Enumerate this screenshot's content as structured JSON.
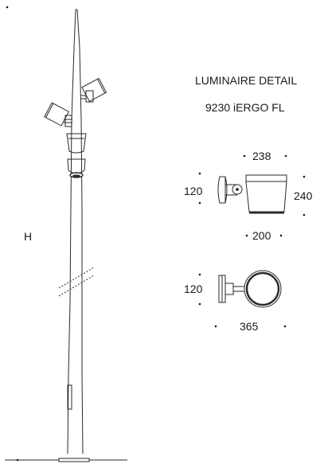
{
  "heading": {
    "title": "LUMINAIRE DETAIL",
    "model": "9230 iERGO FL"
  },
  "pole": {
    "height_label": "H"
  },
  "side_view": {
    "width_top": "238",
    "height_left": "120",
    "height_right": "240",
    "width_bottom": "200"
  },
  "top_view": {
    "height_left": "120",
    "overall_width": "365"
  },
  "colors": {
    "line": "#2a2a2a",
    "background": "#ffffff"
  }
}
